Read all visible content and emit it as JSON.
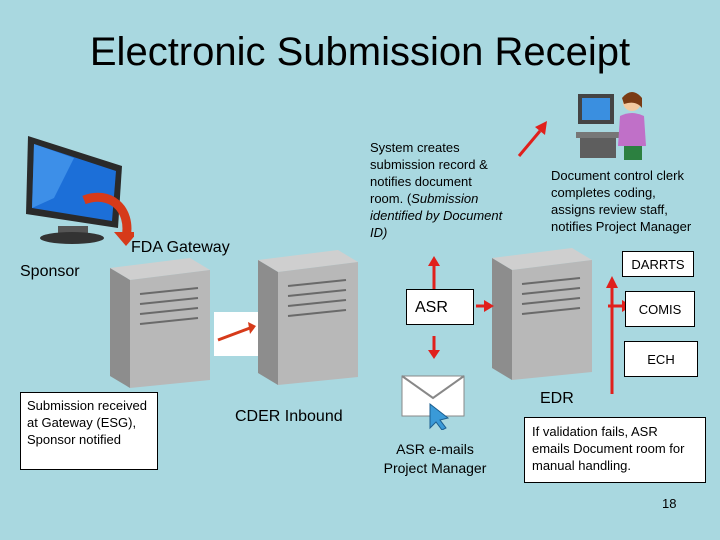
{
  "title": "Electronic Submission Receipt",
  "labels": {
    "sponsor": "Sponsor",
    "fda_gateway": "FDA Gateway",
    "cder_inbound": "CDER Inbound",
    "asr": "ASR",
    "edr": "EDR",
    "asr_emails": "ASR e-mails Project Manager"
  },
  "notes": {
    "system_creates_a": "System creates submission record & notifies document room. (",
    "system_creates_b": "Submission identified by Document ID)",
    "clerk": "Document control clerk completes coding, assigns review staff, notifies Project Manager"
  },
  "boxes": {
    "gateway_note": "Submission received at Gateway (ESG), Sponsor notified",
    "darrts": "DARRTS",
    "comis": "COMIS",
    "ech": "ECH",
    "validation": "If validation fails, ASR emails Document room for manual handling."
  },
  "page_number": "18",
  "colors": {
    "background": "#a9d8e0",
    "arrow": "#e0201c"
  },
  "icons": [
    "computer-monitor-icon",
    "person-at-computer-icon",
    "envelope-icon",
    "server-icon"
  ]
}
